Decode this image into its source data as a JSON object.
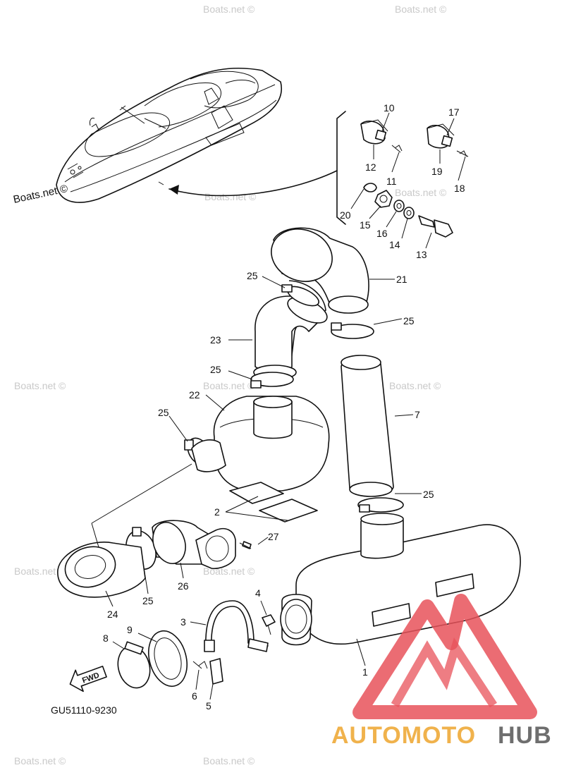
{
  "diagram": {
    "code": "GU51110-9230",
    "fwd_label": "FWD",
    "watermark": "Boats.net ©",
    "brand": {
      "part1": "AUTOMOTO",
      "part2": "HUB",
      "color1": "#f0b24c",
      "color2": "#6e6e6e",
      "logo_color": "#e8525a"
    },
    "callouts": [
      "10",
      "12",
      "11",
      "17",
      "19",
      "18",
      "20",
      "15",
      "16",
      "14",
      "13",
      "21",
      "25",
      "25",
      "23",
      "25",
      "22",
      "25",
      "7",
      "25",
      "2",
      "27",
      "24",
      "25",
      "26",
      "4",
      "3",
      "9",
      "8",
      "6",
      "5",
      "1"
    ]
  }
}
